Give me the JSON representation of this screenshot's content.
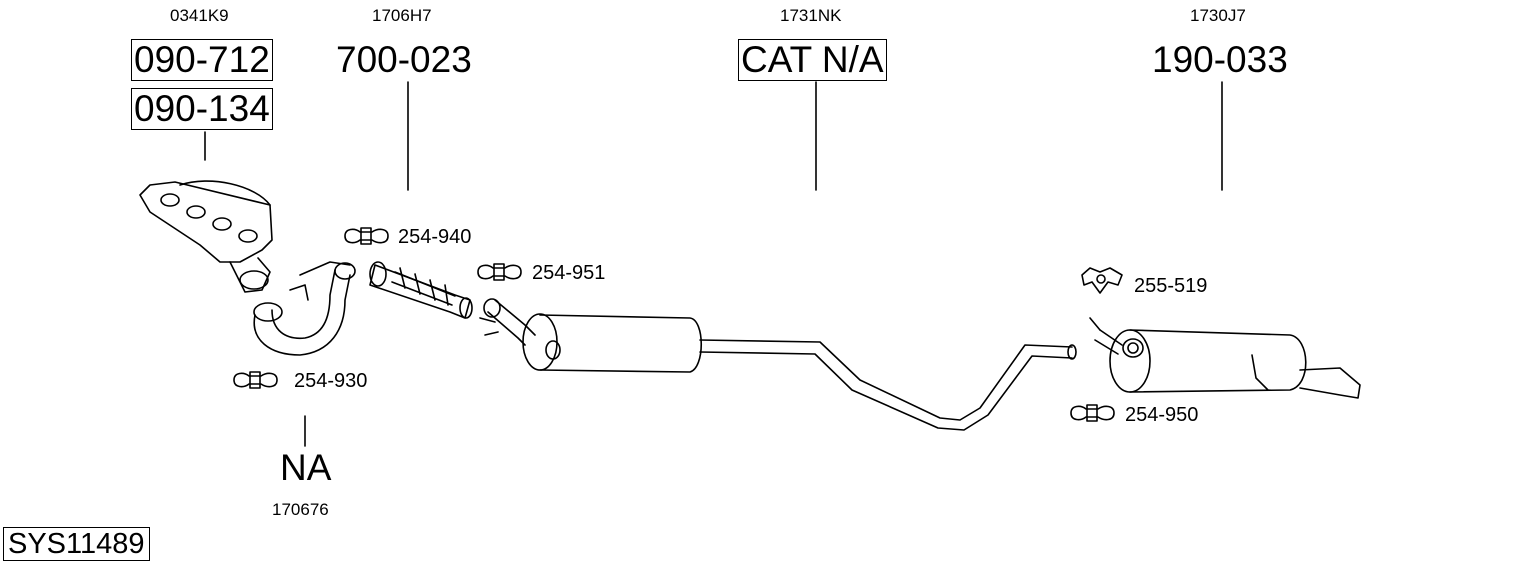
{
  "diagram": {
    "system_id": "SYS11489",
    "manifold": {
      "code": "0341K9",
      "parts": [
        "090-712",
        "090-134"
      ]
    },
    "flex_pipe": {
      "code": "1706H7",
      "part": "700-023"
    },
    "catalyst": {
      "code": "1731NK",
      "part": "CAT N/A"
    },
    "rear_silencer": {
      "code": "1730J7",
      "part": "190-033"
    },
    "front_pipe": {
      "code": "170676",
      "part": "NA"
    },
    "clamps": {
      "c254_940": "254-940",
      "c254_951": "254-951",
      "c254_930": "254-930",
      "c255_519": "255-519",
      "c254_950": "254-950"
    }
  }
}
